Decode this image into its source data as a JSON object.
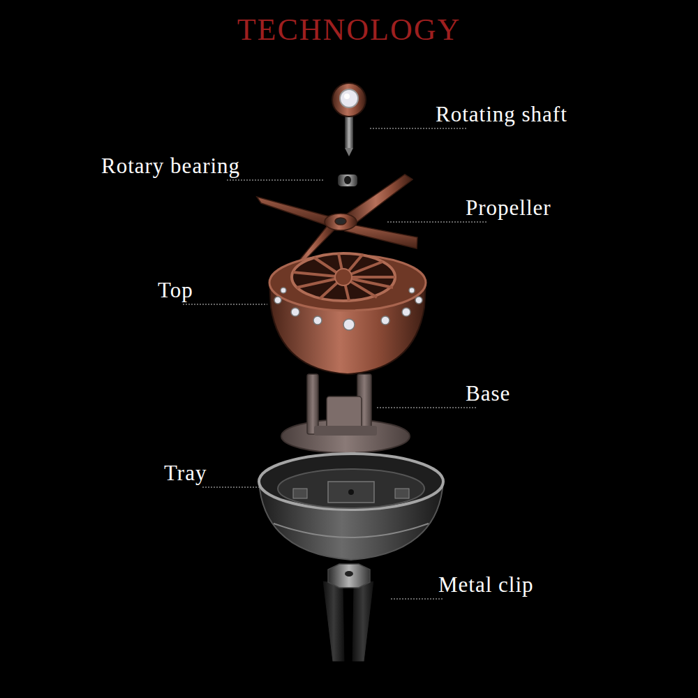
{
  "diagram": {
    "title": "TECHNOLOGY",
    "labels": [
      "Rotating shaft",
      "Rotary bearing",
      "Propeller",
      "Top",
      "Base",
      "Tray",
      "Metal clip"
    ]
  }
}
